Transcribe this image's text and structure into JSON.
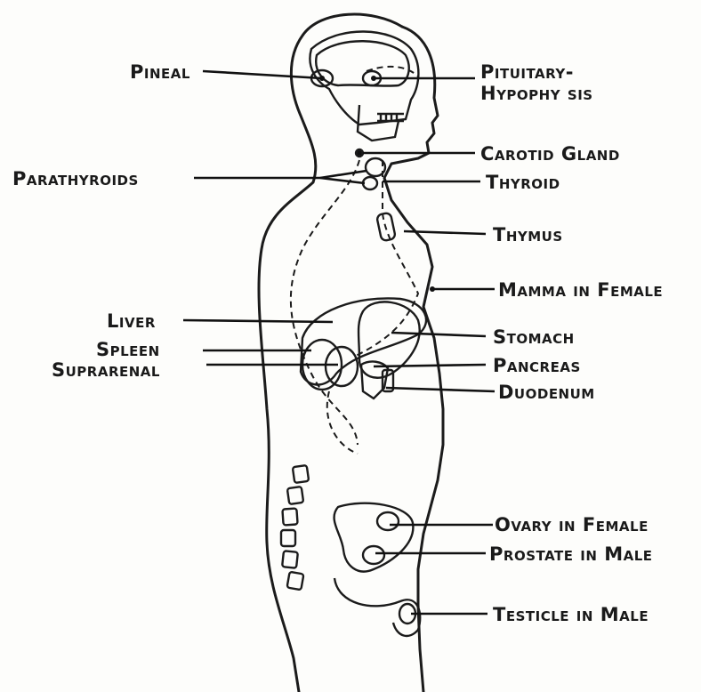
{
  "labels": {
    "pineal": "Pineal",
    "pituitary_1": "Pituitary-",
    "pituitary_2": "Hypophy sis",
    "carotid": "Carotid Gland",
    "parathyroids": "Parathyroids",
    "thyroid": "Thyroid",
    "thymus": "Thymus",
    "mamma": "Mamma in Female",
    "liver": "Liver",
    "spleen": "Spleen",
    "suprarenal": "Suprarenal",
    "stomach": "Stomach",
    "pancreas": "Pancreas",
    "duodenum": "Duodenum",
    "ovary": "Ovary in Female",
    "prostate": "Prostate in Male",
    "testicle": "Testicle in Male"
  }
}
